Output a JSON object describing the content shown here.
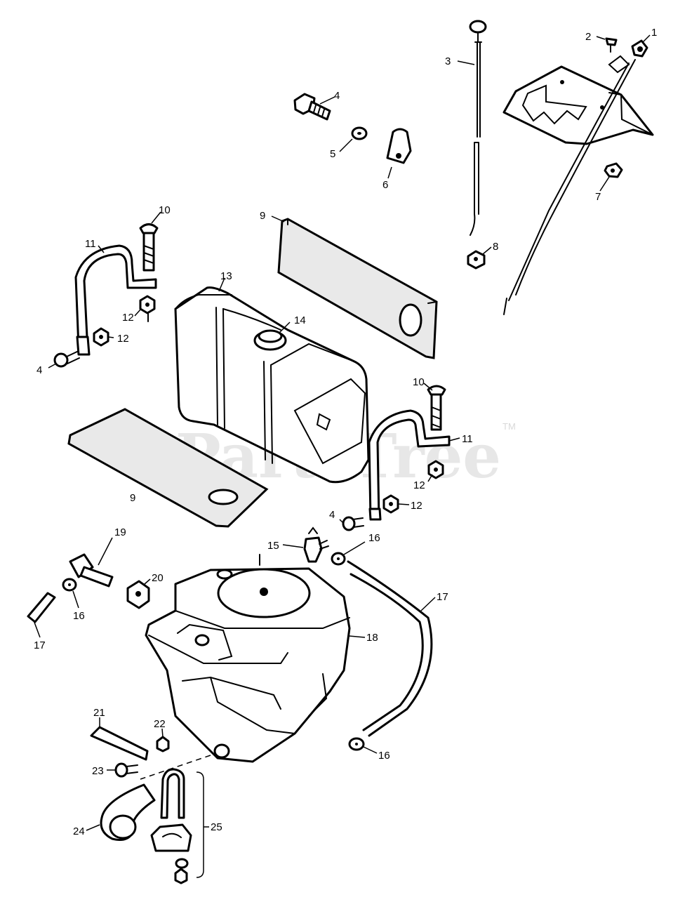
{
  "watermark": {
    "text": "PartsTree",
    "tm": "TM"
  },
  "callouts": [
    {
      "n": "1"
    },
    {
      "n": "2"
    },
    {
      "n": "3"
    },
    {
      "n": "4"
    },
    {
      "n": "5"
    },
    {
      "n": "6"
    },
    {
      "n": "7"
    },
    {
      "n": "8"
    },
    {
      "n": "9"
    },
    {
      "n": "10"
    },
    {
      "n": "11"
    },
    {
      "n": "12"
    },
    {
      "n": "4"
    },
    {
      "n": "12"
    },
    {
      "n": "13"
    },
    {
      "n": "14"
    },
    {
      "n": "9"
    },
    {
      "n": "10"
    },
    {
      "n": "11"
    },
    {
      "n": "12"
    },
    {
      "n": "12"
    },
    {
      "n": "4"
    },
    {
      "n": "15"
    },
    {
      "n": "16"
    },
    {
      "n": "19"
    },
    {
      "n": "20"
    },
    {
      "n": "16"
    },
    {
      "n": "17"
    },
    {
      "n": "17"
    },
    {
      "n": "18"
    },
    {
      "n": "21"
    },
    {
      "n": "22"
    },
    {
      "n": "16"
    },
    {
      "n": "23"
    },
    {
      "n": "24"
    },
    {
      "n": "25"
    }
  ]
}
